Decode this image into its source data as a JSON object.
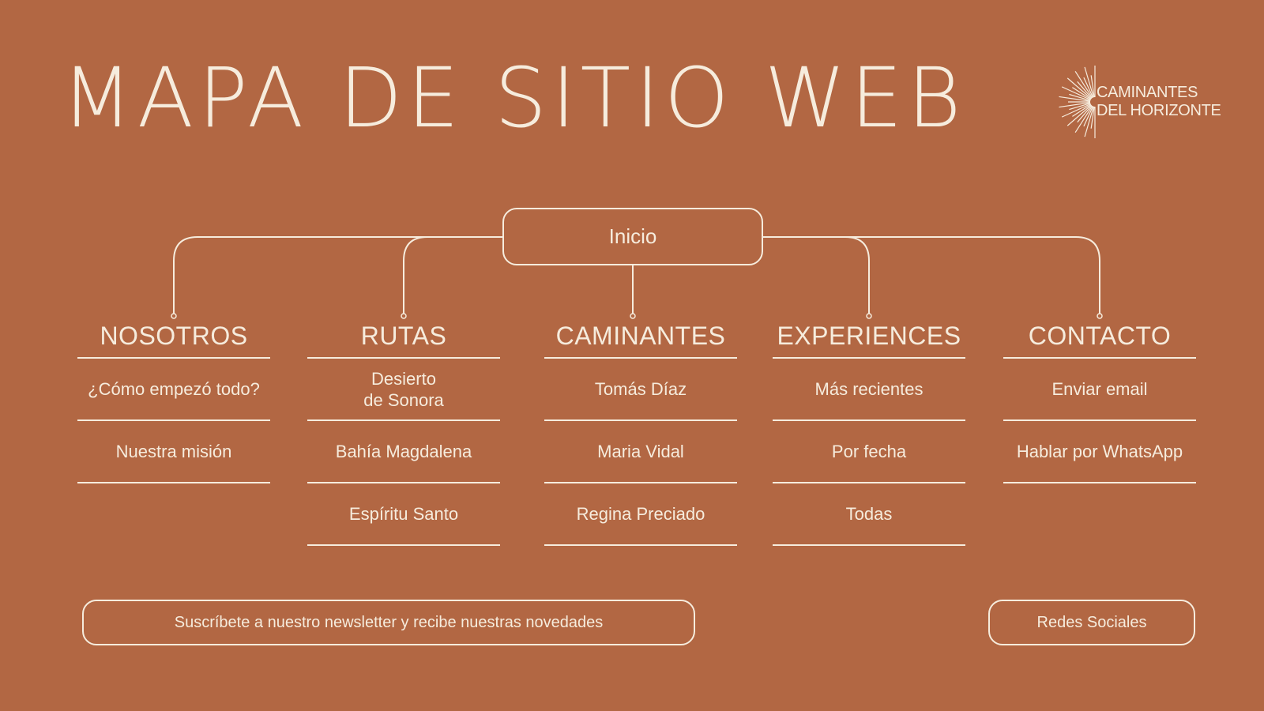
{
  "title": "MAPA DE SITIO WEB",
  "brand": {
    "line1": "CAMINANTES",
    "line2": "DEL HORIZONTE",
    "icon": "sunburst-logo-icon"
  },
  "root": {
    "label": "Inicio"
  },
  "sections": [
    {
      "label": "NOSOTROS",
      "items": [
        "¿Cómo empezó todo?",
        "Nuestra misión"
      ]
    },
    {
      "label": "RUTAS",
      "items": [
        "Desierto\nde Sonora",
        "Bahía Magdalena",
        "Espíritu Santo"
      ]
    },
    {
      "label": "CAMINANTES",
      "items": [
        "Tomás Díaz",
        "Maria Vidal",
        "Regina Preciado"
      ]
    },
    {
      "label": "EXPERIENCES",
      "items": [
        "Más recientes",
        "Por fecha",
        "Todas"
      ]
    },
    {
      "label": "CONTACTO",
      "items": [
        "Enviar email",
        "Hablar por WhatsApp"
      ]
    }
  ],
  "footer": {
    "newsletter": "Suscríbete a nuestro newsletter y recibe nuestras novedades",
    "social": "Redes Sociales"
  },
  "colors": {
    "background": "#B26743",
    "ink": "#F6ECDD"
  }
}
